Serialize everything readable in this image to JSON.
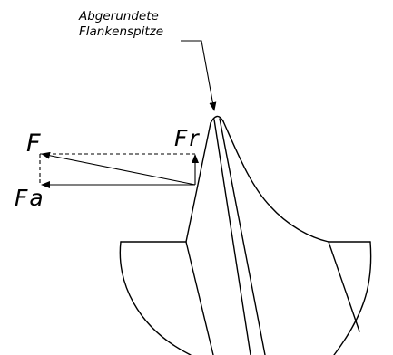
{
  "annotation": {
    "line1": "Abgerundete",
    "line2": "Flankenspitze"
  },
  "forces": {
    "f": "F",
    "fr": "Fr",
    "fa": "Fa"
  }
}
